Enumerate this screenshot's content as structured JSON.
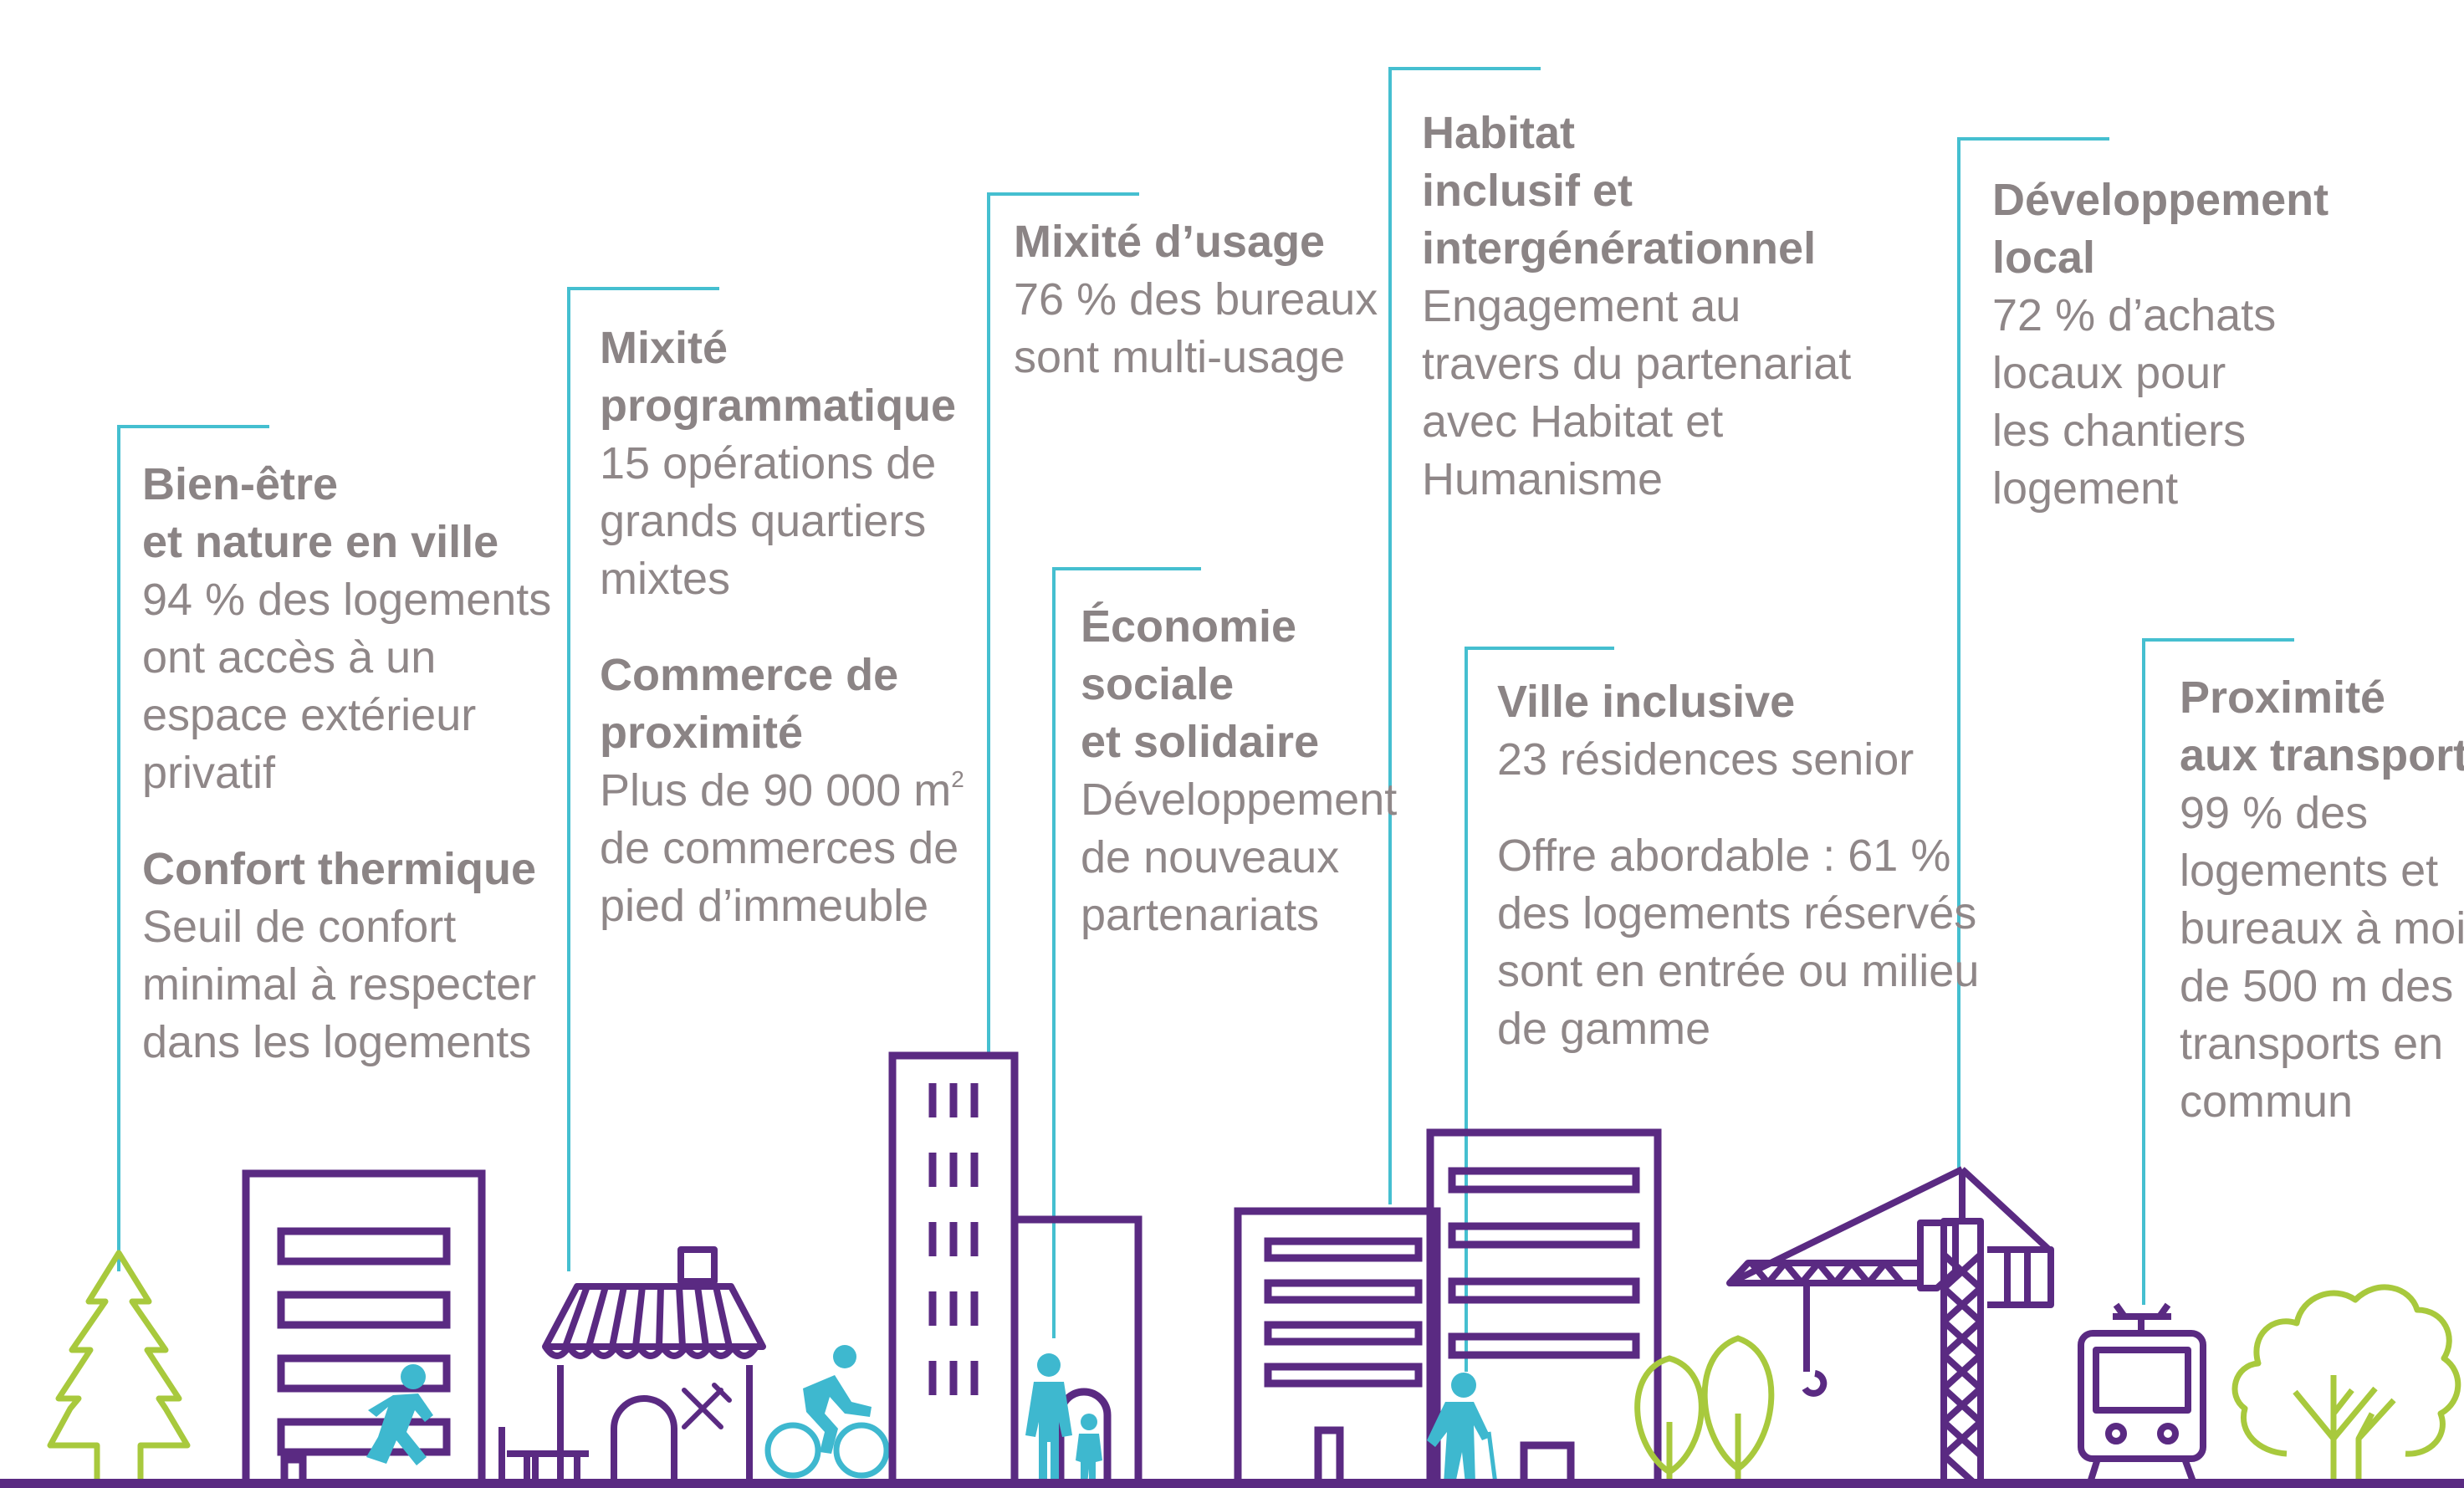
{
  "colors": {
    "leader": "#45bfd0",
    "building": "#5a2a82",
    "nature": "#a8c93d",
    "people": "#3eb8cf",
    "text": "#8f8788"
  },
  "icons": [
    "pine-tree-icon",
    "running-person-icon",
    "market-stall-icon",
    "cutlery-icon",
    "cyclist-icon",
    "parent-child-icon",
    "elderly-person-icon",
    "crane-icon",
    "tram-icon",
    "tree-icon"
  ],
  "blocks": {
    "bien_etre": {
      "title_1": "Bien-être",
      "title_2": "et nature en ville",
      "text_1": "94 % des logements",
      "text_2": "ont accès à un",
      "text_3": "espace extérieur",
      "text_4": "privatif",
      "title_b": "Confort thermique",
      "text_b1": "Seuil de confort",
      "text_b2": "minimal à respecter",
      "text_b3": "dans les logements"
    },
    "mixite_prog": {
      "title_1": "Mixité",
      "title_2": "programmatique",
      "text_1": "15 opérations de",
      "text_2": "grands quartiers",
      "text_3": "mixtes",
      "title_b1": "Commerce de",
      "title_b2": "proximité",
      "text_b1": "Plus de 90 000 m",
      "text_b1_sup": "2",
      "text_b2": "de commerces de",
      "text_b3": "pied d’immeuble"
    },
    "mixite_usage": {
      "title_1": "Mixité d’usage",
      "text_1": "76 % des bureaux",
      "text_2": "sont multi-usage"
    },
    "economie": {
      "title_1": "Économie",
      "title_2": "sociale",
      "title_3": "et solidaire",
      "text_1": "Développement",
      "text_2": "de nouveaux",
      "text_3": "partenariats"
    },
    "habitat": {
      "title_1": "Habitat",
      "title_2": "inclusif et",
      "title_3": "intergénérationnel",
      "text_1": "Engagement au",
      "text_2": "travers du partenariat",
      "text_3": "avec Habitat et",
      "text_4": "Humanisme"
    },
    "ville_inclusive": {
      "title_1": "Ville inclusive",
      "text_1": "23 résidences senior",
      "text_b1": "Offre abordable : 61 %",
      "text_b2": "des logements réservés",
      "text_b3": "sont en entrée ou milieu",
      "text_b4": "de gamme"
    },
    "developpement": {
      "title_1": "Développement",
      "title_2": "local",
      "text_1": "72 % d’achats",
      "text_2": "locaux pour",
      "text_3": "les chantiers",
      "text_4": "logement"
    },
    "transports": {
      "title_1": "Proximité",
      "title_2": "aux transports",
      "text_1": "99 % des",
      "text_2": "logements et",
      "text_3": "bureaux à moins",
      "text_4": "de 500 m des",
      "text_5": "transports en",
      "text_6": "commun"
    }
  }
}
